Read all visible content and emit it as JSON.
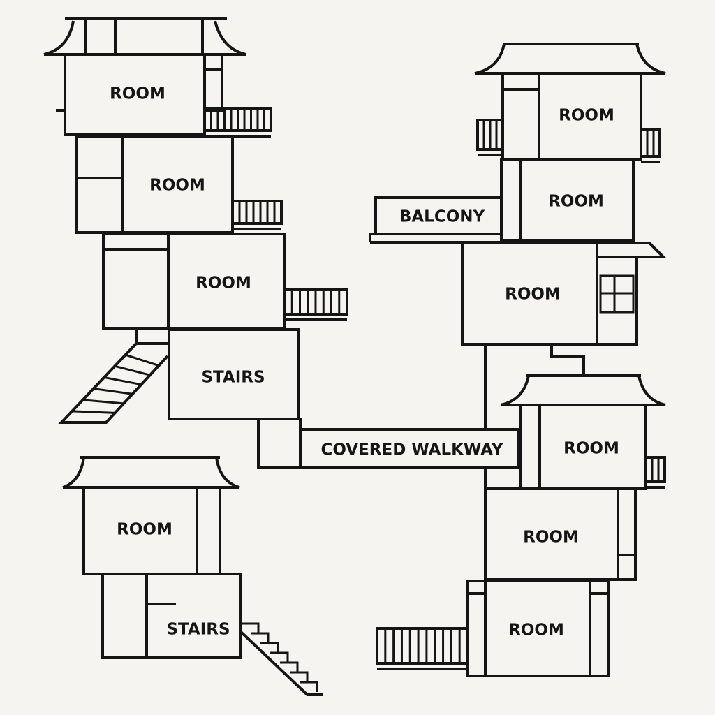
{
  "title": "Stacked houses floor plan",
  "colors": {
    "background": "#f6f4f0",
    "line": "#151515"
  },
  "labels": {
    "left_room_1": "ROOM",
    "left_room_2": "ROOM",
    "left_room_3": "ROOM",
    "left_stairs": "STAIRS",
    "walkway": "COVERED WALKWAY",
    "right_room_1": "ROOM",
    "right_room_2": "ROOM",
    "balcony": "BALCONY",
    "right_room_3": "ROOM",
    "right_room_4": "ROOM",
    "right_room_5": "ROOM",
    "right_room_6": "ROOM",
    "bottom_room": "ROOM",
    "bottom_stairs": "STAIRS"
  }
}
